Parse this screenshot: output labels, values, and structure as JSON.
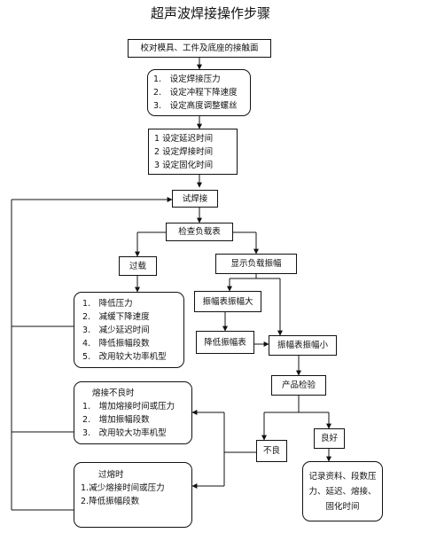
{
  "title": "超声波焊接操作步骤",
  "nodes": {
    "align": "校对模具、工件及底座的接触面",
    "step1": [
      "1.　设定焊接压力",
      "2.　设定冲程下降速度",
      "3.　设定高度调整螺丝"
    ],
    "step2": [
      "1 设定延迟时间",
      "2 设定焊接时间",
      "3 设定固化时间"
    ],
    "trial": "试焊接",
    "check_load": "检查负载表",
    "overload": "过载",
    "show_amp": "显示负载振幅",
    "overload_fix": [
      "1.　降低压力",
      "2.　减缓下降速度",
      "3.　减少延迟时间",
      "4.　降低振幅段数",
      "5.　改用较大功率机型"
    ],
    "amp_large": "振幅表振幅大",
    "lower_amp": "降低振幅表",
    "amp_small": "振幅表振幅小",
    "inspect": "产品检验",
    "poor": "不良",
    "good": "良好",
    "poor_weld_title": "熔接不良时",
    "poor_weld_fix": [
      "1.　增加熔接时间或压力",
      "2.　增加振幅段数",
      "3.　改用较大功率机型"
    ],
    "over_weld_title": "过熔时",
    "over_weld_fix": [
      "1.减少熔接时间或压力",
      "2.降低振幅段数"
    ],
    "record": "记录资料、段数压力、延迟、熔接、固化时间"
  }
}
